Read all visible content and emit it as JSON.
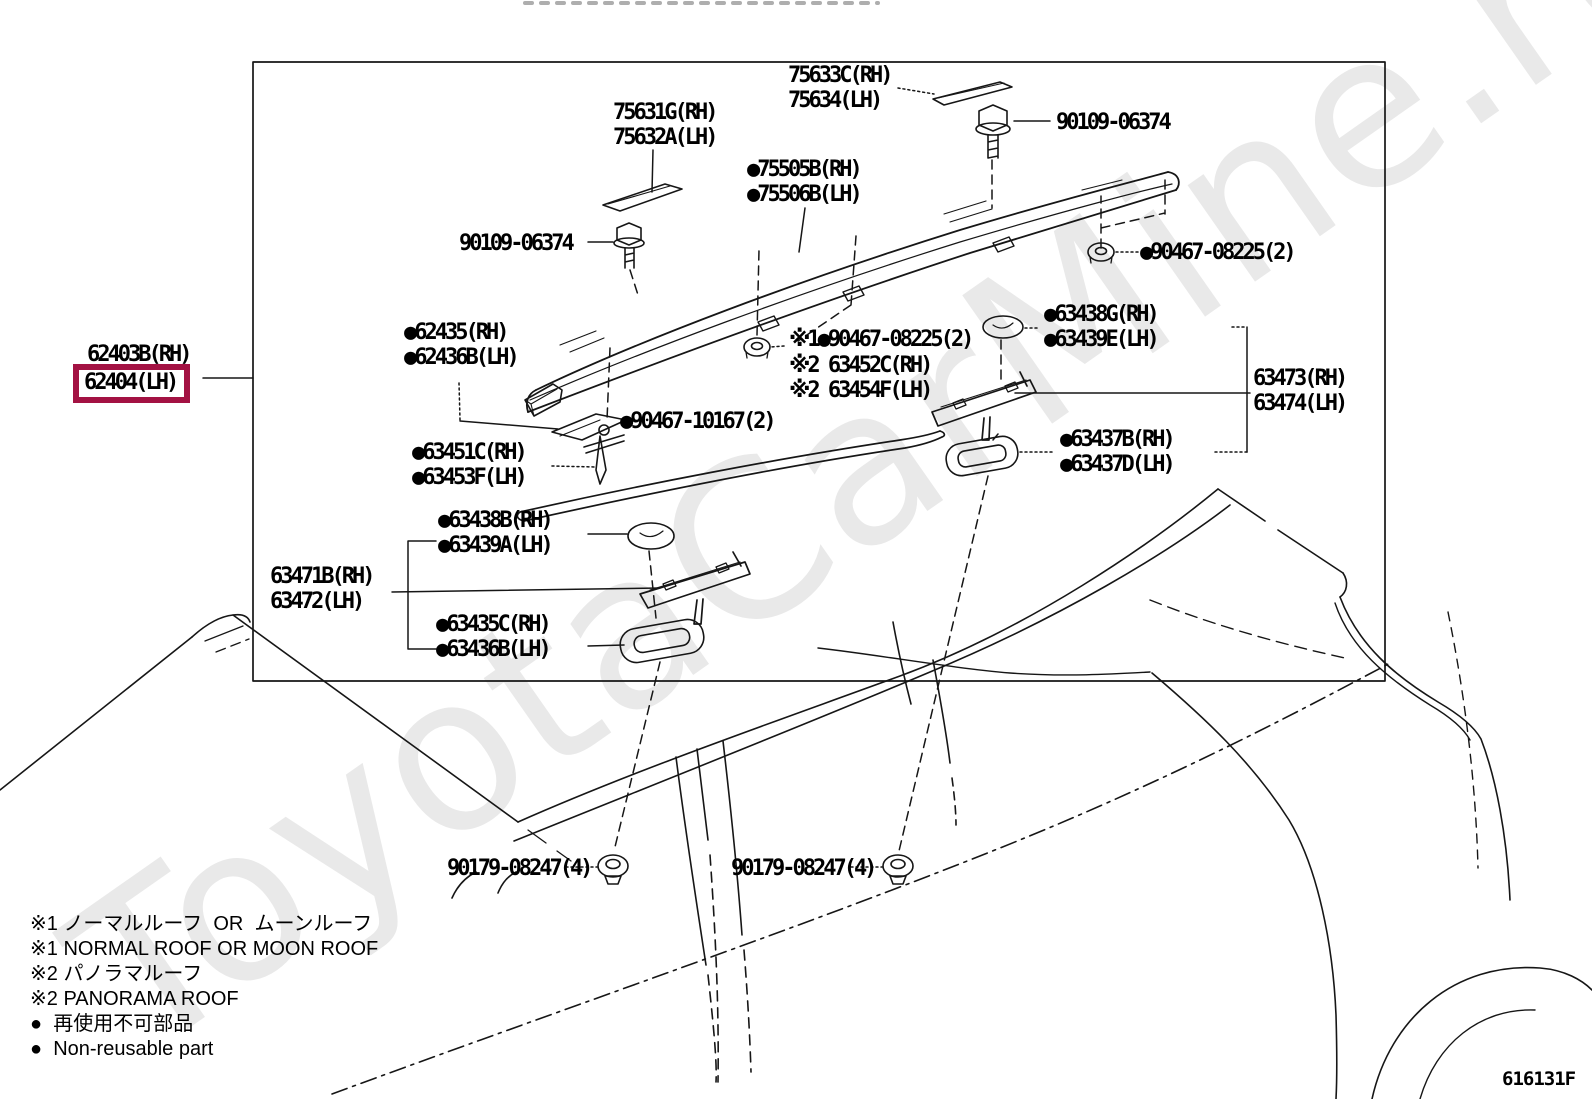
{
  "watermark": "ToyotaCarMine.ru",
  "diagram_code": "616131F",
  "highlight_color": "#a31243",
  "labels": {
    "p75633": {
      "lines": [
        "75633C(RH)",
        "75634(LH)"
      ]
    },
    "p75631": {
      "lines": [
        "75631G(RH)",
        "75632A(LH)"
      ]
    },
    "p90109_right": {
      "lines": [
        "90109-06374"
      ]
    },
    "p75505": {
      "lines": [
        "●75505B(RH)",
        "●75506B(LH)"
      ]
    },
    "p90109_left": {
      "lines": [
        "90109-06374"
      ]
    },
    "p90467_right": {
      "lines": [
        "●90467-08225(2)"
      ]
    },
    "p62435": {
      "lines": [
        "●62435(RH)",
        "●62436B(LH)"
      ]
    },
    "p62403": {
      "lines": [
        "62403B(RH)",
        "62404(LH)"
      ]
    },
    "p90467_mid": {
      "lines": [
        "※1●90467-08225(2)"
      ]
    },
    "p63452": {
      "lines": [
        "※2 63452C(RH)",
        "※2 63454F(LH)"
      ]
    },
    "p63438G": {
      "lines": [
        "●63438G(RH)",
        "●63439E(LH)"
      ]
    },
    "p63473": {
      "lines": [
        "63473(RH)",
        "63474(LH)"
      ]
    },
    "p90467_10167": {
      "lines": [
        "●90467-10167(2)"
      ]
    },
    "p63451": {
      "lines": [
        "●63451C(RH)",
        "●63453F(LH)"
      ]
    },
    "p63437": {
      "lines": [
        "●63437B(RH)",
        "●63437D(LH)"
      ]
    },
    "p63438B": {
      "lines": [
        "●63438B(RH)",
        "●63439A(LH)"
      ]
    },
    "p63471": {
      "lines": [
        "63471B(RH)",
        "63472(LH)"
      ]
    },
    "p63435": {
      "lines": [
        "●63435C(RH)",
        "●63436B(LH)"
      ]
    },
    "p90179_left": {
      "lines": [
        "90179-08247(4)"
      ]
    },
    "p90179_right": {
      "lines": [
        "90179-08247(4)"
      ]
    }
  },
  "legend": {
    "lines": [
      "※1 ノーマルルーフ  OR  ムーンルーフ",
      "※1 NORMAL ROOF OR MOON ROOF",
      "※2 パノラマルーフ",
      "※2 PANORAMA ROOF",
      "●  再使用不可部品",
      "●  Non-reusable part"
    ]
  }
}
